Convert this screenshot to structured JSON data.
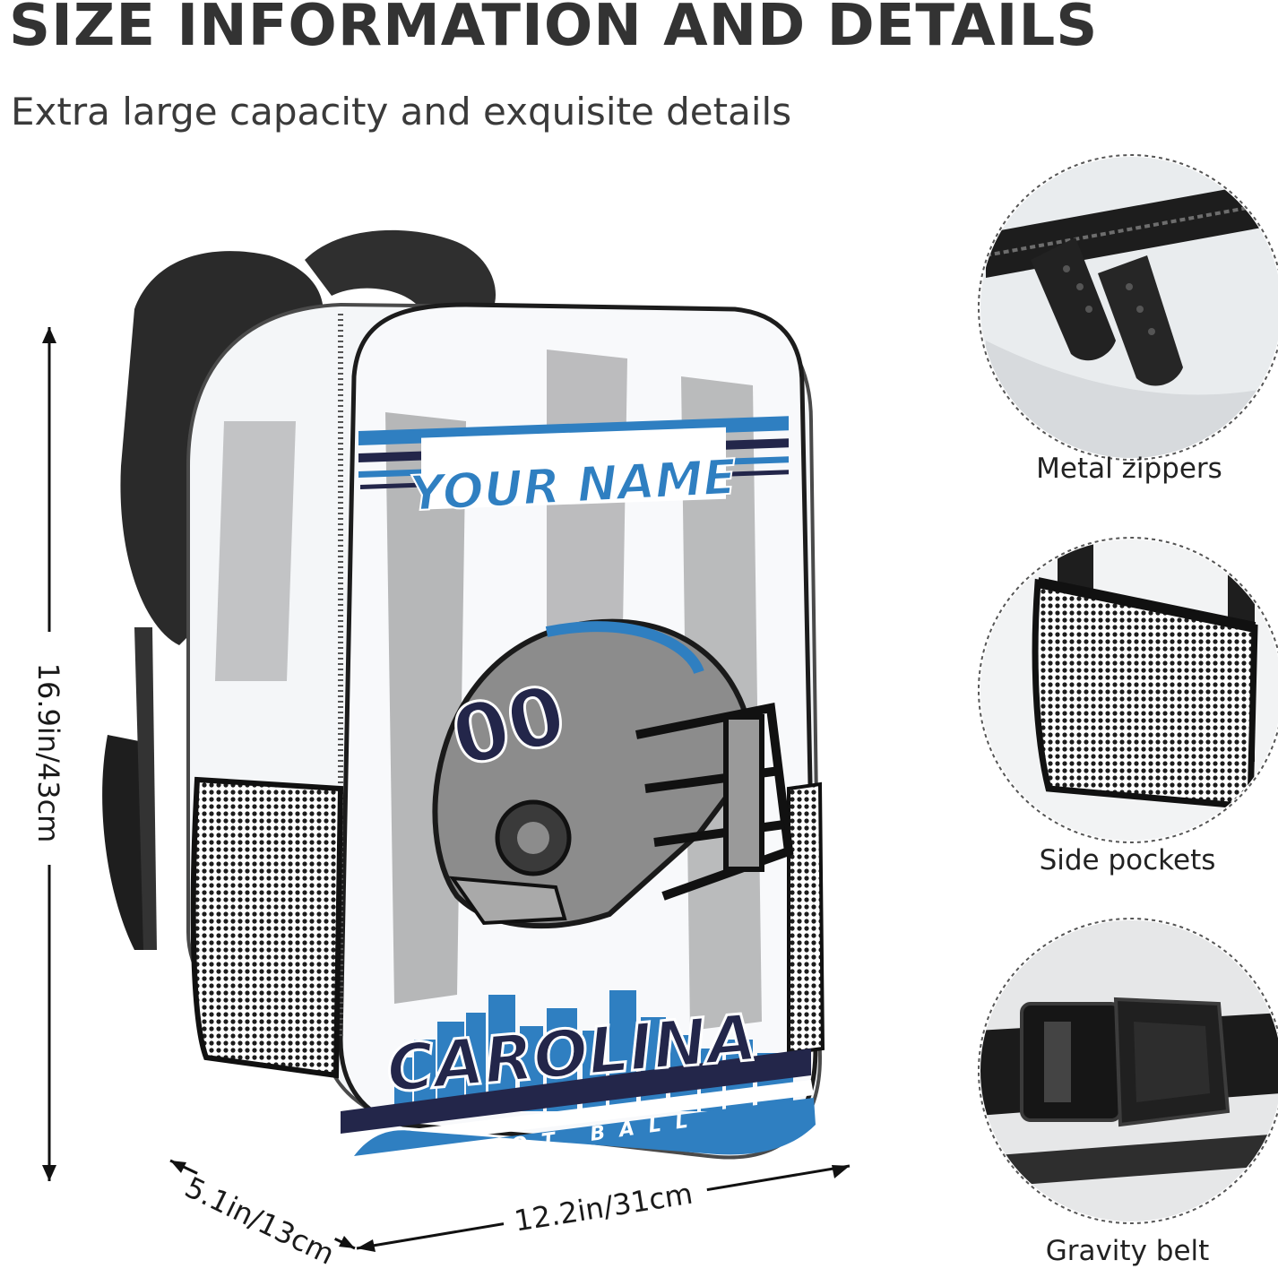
{
  "header": {
    "title": "SIZE INFORMATION AND DETAILS",
    "subtitle": "Extra large capacity and exquisite details"
  },
  "dimensions": {
    "height": "16.9in/43cm",
    "width": "12.2in/31cm",
    "depth": "5.1in/13cm"
  },
  "backpack": {
    "name_text": "YOUR NAME",
    "team_text": "CAROLINA",
    "sub_text": "FOOT BALL",
    "helmet_number": "00",
    "colors": {
      "blue": "#2f7fc1",
      "navy": "#23264a",
      "helmet_gray": "#8c8c8c",
      "strap": "#1e1e1e"
    }
  },
  "details": [
    {
      "label": "Metal zippers",
      "icon": "zipper-icon"
    },
    {
      "label": "Side pockets",
      "icon": "mesh-pocket-icon"
    },
    {
      "label": "Gravity belt",
      "icon": "buckle-icon"
    }
  ]
}
